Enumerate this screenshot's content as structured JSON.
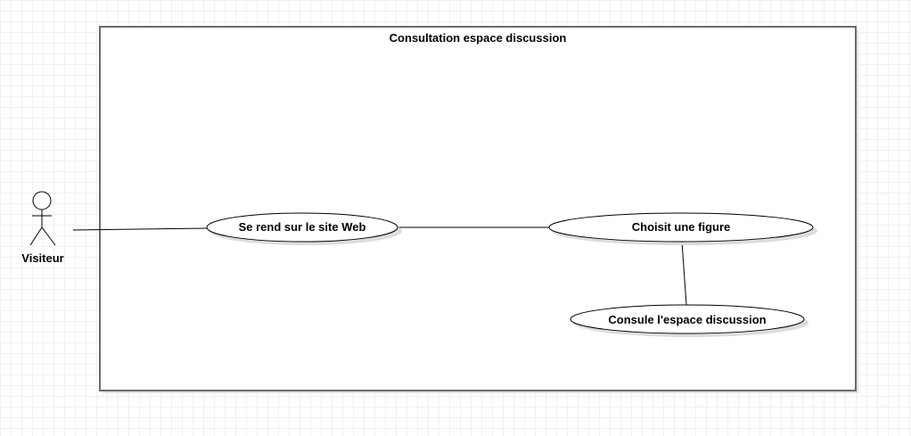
{
  "diagram": {
    "system_title": "Consultation espace discussion",
    "actor": {
      "label": "Visiteur"
    },
    "use_cases": [
      {
        "id": "uc1",
        "label": "Se rend sur le site Web"
      },
      {
        "id": "uc2",
        "label": "Choisit une figure"
      },
      {
        "id": "uc3",
        "label": "Consule l'espace discussion"
      }
    ],
    "associations": [
      {
        "from": "actor",
        "to": "uc1"
      },
      {
        "from": "uc1",
        "to": "uc2"
      },
      {
        "from": "uc2",
        "to": "uc3"
      }
    ],
    "colors": {
      "boundary_stroke": "#6b6b6b",
      "line": "#000000",
      "shadow": "#dcdcdc",
      "grid": "#f0f0f0"
    }
  }
}
